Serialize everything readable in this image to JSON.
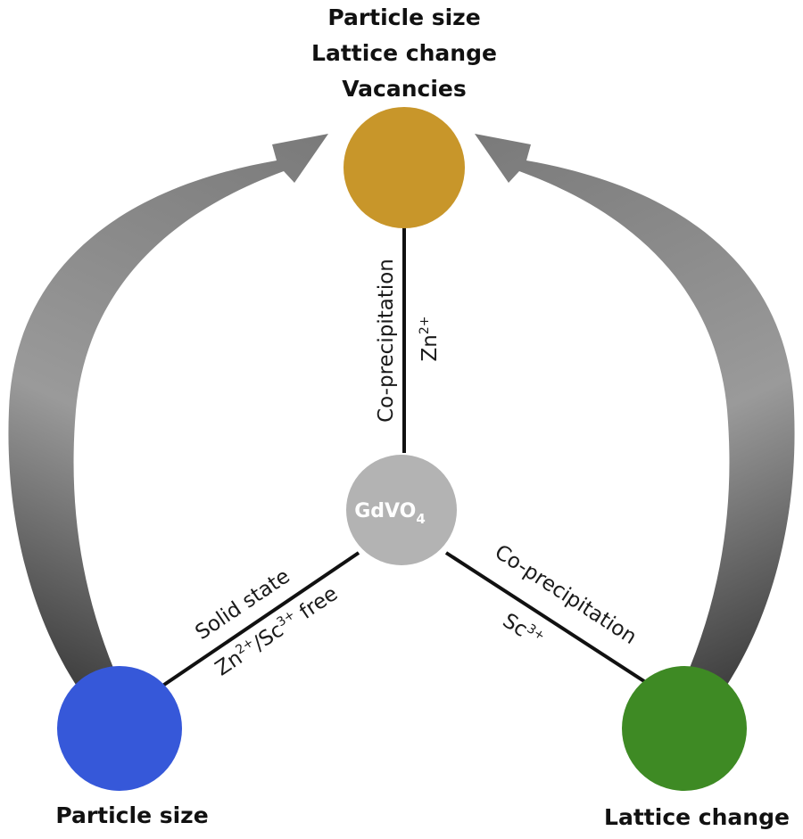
{
  "top_node": {
    "lines": [
      "Particle size",
      "Lattice change",
      "Vacancies"
    ],
    "color": "#c8962a"
  },
  "center_node": {
    "label_base": "GdVO",
    "label_sub": "4",
    "color": "#b3b3b3"
  },
  "left_node": {
    "label": "Particle size",
    "color": "#3658d9"
  },
  "right_node": {
    "label": "Lattice change",
    "color": "#3e8a24"
  },
  "edges": {
    "vertical": {
      "method": "Co-precipitation",
      "dopant_base": "Zn",
      "dopant_sup": "2+"
    },
    "left": {
      "method": "Solid state",
      "dopant_a_base": "Zn",
      "dopant_a_sup": "2+",
      "separator": "/",
      "dopant_b_base": "Sc",
      "dopant_b_sup": "3+",
      "suffix": " free"
    },
    "right": {
      "method": "Co-precipitation",
      "dopant_base": "Sc",
      "dopant_sup": "3+"
    }
  },
  "colors": {
    "arrow_dark": "#3a3a3a",
    "arrow_light": "#d0d0d0",
    "edge_line": "#111111"
  }
}
